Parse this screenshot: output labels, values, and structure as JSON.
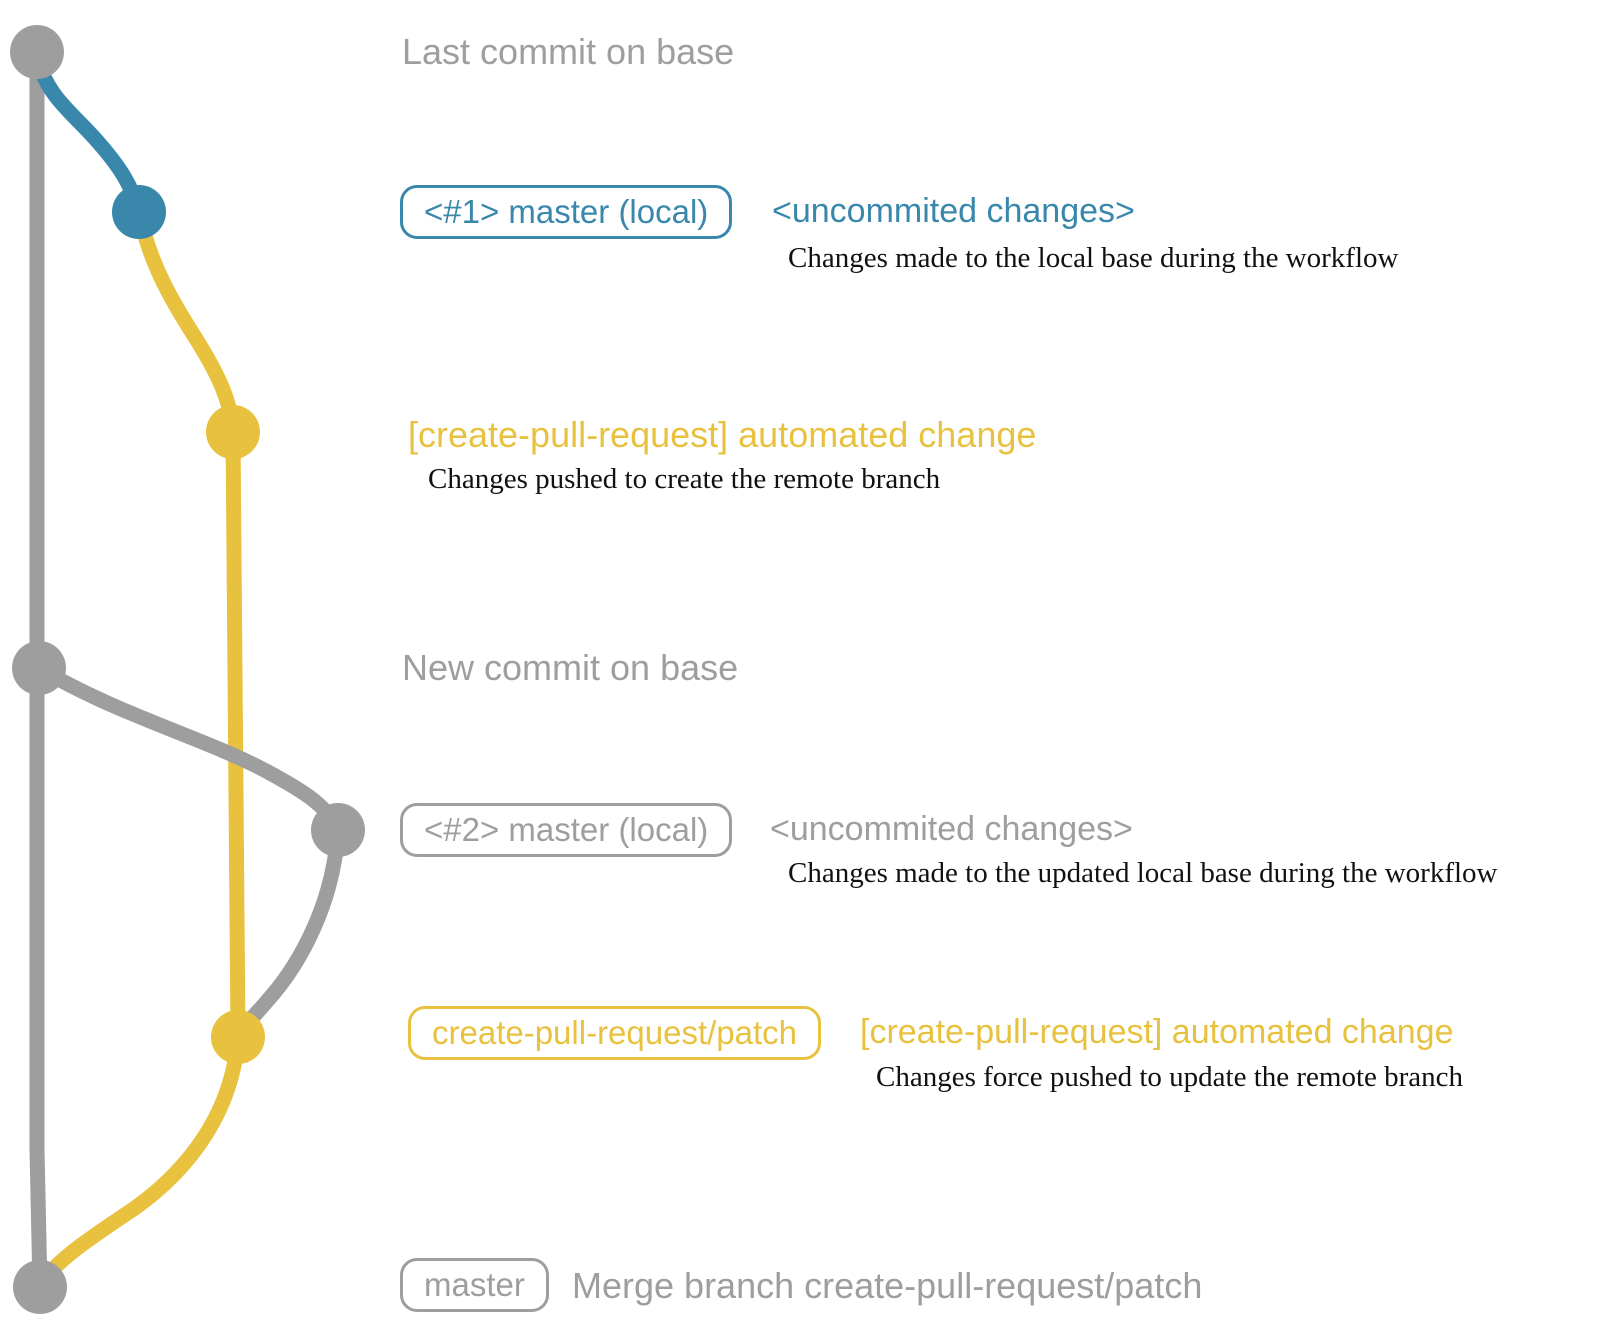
{
  "colors": {
    "gray": "#9e9e9e",
    "blue": "#3a87ac",
    "yellow": "#e8c23e",
    "ink": "#111111"
  },
  "rows": {
    "last_commit": {
      "label": "Last commit on base"
    },
    "local1": {
      "pill": "<#1> master (local)",
      "note": "<uncommited changes>",
      "desc": "Changes made to the local base during the workflow"
    },
    "remote1": {
      "note": "[create-pull-request] automated change",
      "desc": "Changes pushed to create the remote branch"
    },
    "new_commit": {
      "label": "New commit on base"
    },
    "local2": {
      "pill": "<#2> master (local)",
      "note": "<uncommited changes>",
      "desc": "Changes made to the updated local base during the workflow"
    },
    "remote2": {
      "pill": "create-pull-request/patch",
      "note": "[create-pull-request] automated change",
      "desc": "Changes force pushed to update the remote branch"
    },
    "merge": {
      "pill": "master",
      "note": "Merge branch create-pull-request/patch"
    }
  }
}
